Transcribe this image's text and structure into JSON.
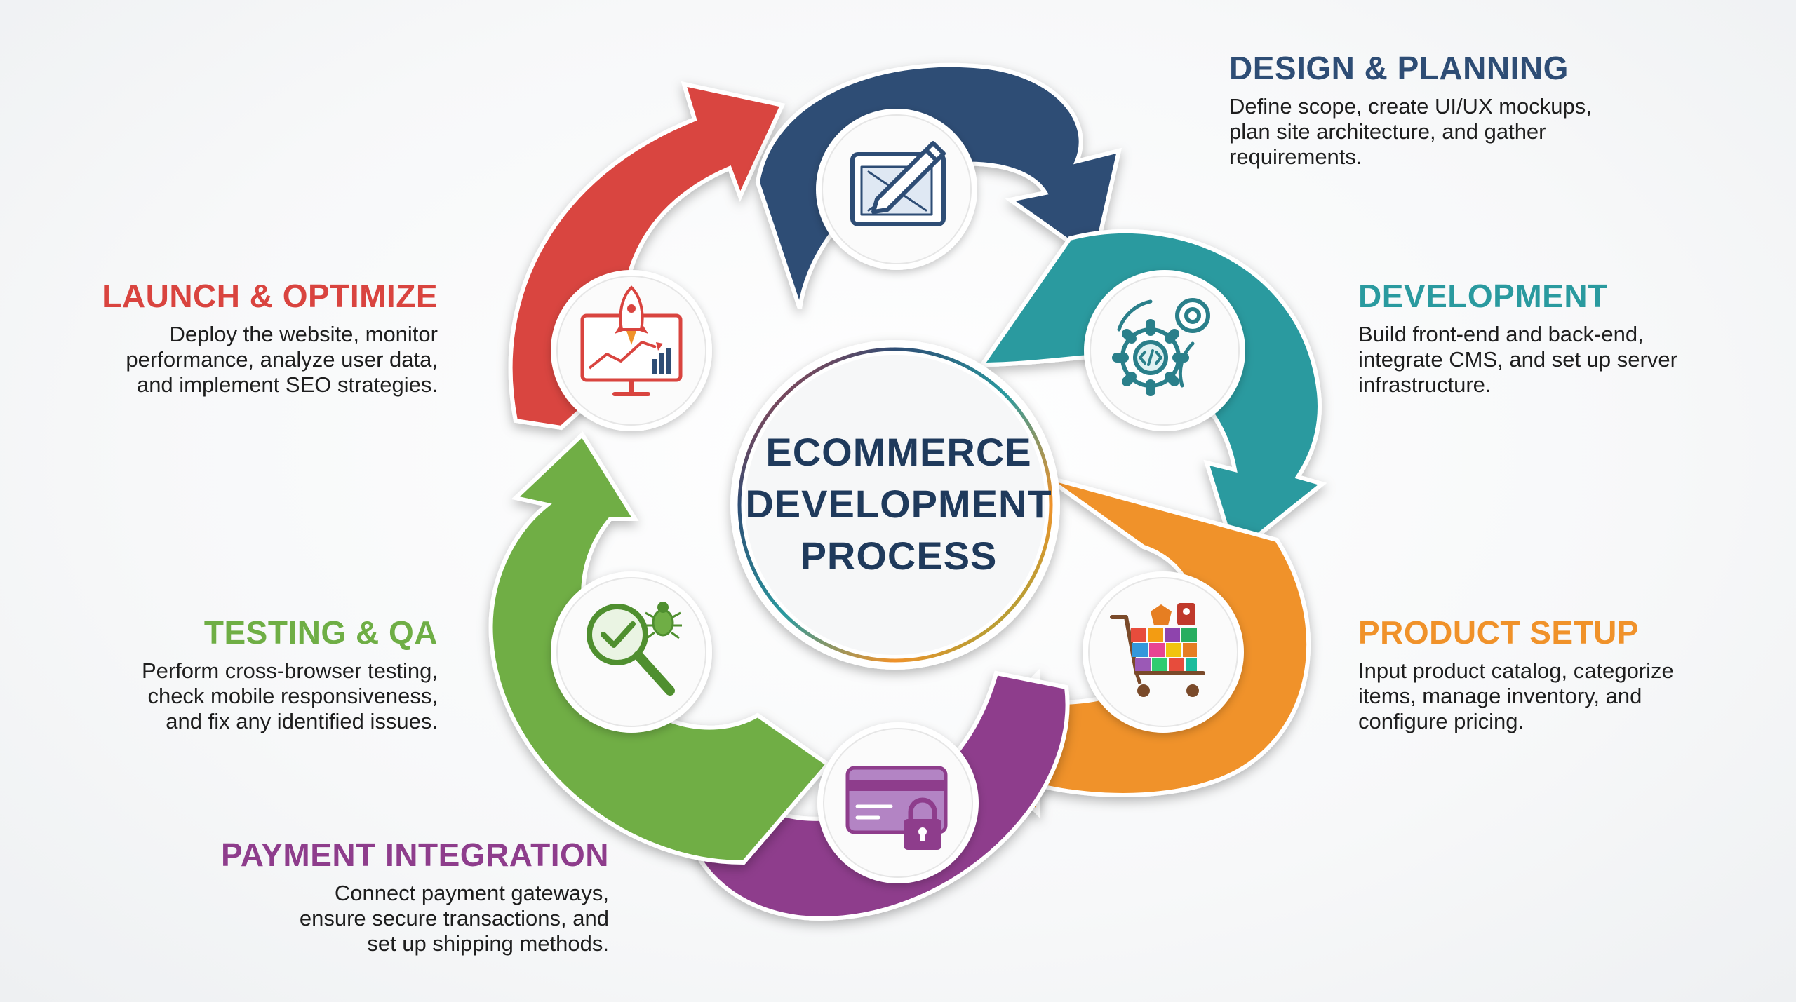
{
  "center": {
    "title_lines": [
      "ECOMMERCE",
      "DEVELOPMENT",
      "PROCESS"
    ]
  },
  "colors": {
    "design": "#2e4d75",
    "development": "#2a9a9f",
    "product": "#f0922a",
    "payment": "#8e3d8c",
    "testing": "#6fae45",
    "launch": "#d9443f",
    "center_text": "#1f3a5c"
  },
  "steps": [
    {
      "id": "design",
      "title": "DESIGN & PLANNING",
      "description": [
        "Define scope, create UI/UX mockups,",
        "plan site architecture, and gather",
        "requirements."
      ],
      "icon": "design-mockup-icon"
    },
    {
      "id": "development",
      "title": "DEVELOPMENT",
      "description": [
        "Build front-end and back-end,",
        "integrate CMS, and set up server",
        "infrastructure."
      ],
      "icon": "code-gear-icon"
    },
    {
      "id": "product",
      "title": "PRODUCT SETUP",
      "description": [
        "Input product catalog, categorize",
        "items, manage inventory, and",
        "configure pricing."
      ],
      "icon": "shopping-cart-icon"
    },
    {
      "id": "payment",
      "title": "PAYMENT INTEGRATION",
      "description": [
        "Connect payment gateways,",
        "ensure secure transactions, and",
        "set up shipping methods."
      ],
      "icon": "credit-card-lock-icon"
    },
    {
      "id": "testing",
      "title": "TESTING & QA",
      "description": [
        "Perform cross-browser testing,",
        "check mobile responsiveness,",
        "and fix any identified issues."
      ],
      "icon": "magnifier-bug-icon"
    },
    {
      "id": "launch",
      "title": "LAUNCH & OPTIMIZE",
      "description": [
        "Deploy the website, monitor",
        "performance, analyze user data,",
        "and implement SEO strategies."
      ],
      "icon": "rocket-monitor-icon"
    }
  ]
}
